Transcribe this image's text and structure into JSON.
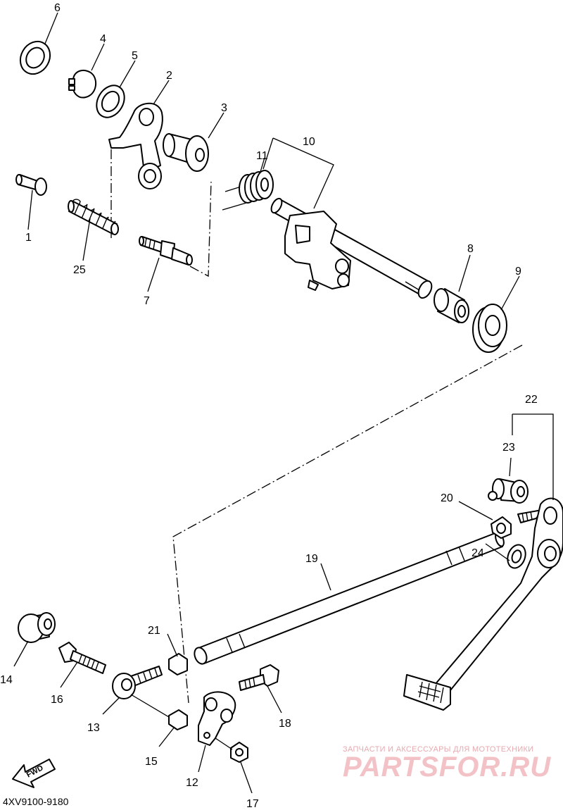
{
  "diagram": {
    "doc_code": "4XV9100-9180",
    "fwd_label": "FWD",
    "watermark_line": "ЗАПЧАСТИ И АКСЕССУАРЫ ДЛЯ МОТОТЕХНИКИ",
    "watermark_brand": "PARTSFOR.RU",
    "callouts": {
      "c1": "1",
      "c2": "2",
      "c3": "3",
      "c4": "4",
      "c5": "5",
      "c6": "6",
      "c7": "7",
      "c8": "8",
      "c9": "9",
      "c10": "10",
      "c11": "11",
      "c12": "12",
      "c13": "13",
      "c14": "14",
      "c15": "15",
      "c16": "16",
      "c17": "17",
      "c18": "18",
      "c19": "19",
      "c20": "20",
      "c21": "21",
      "c22": "22",
      "c23": "23",
      "c24": "24",
      "c25": "25"
    }
  }
}
